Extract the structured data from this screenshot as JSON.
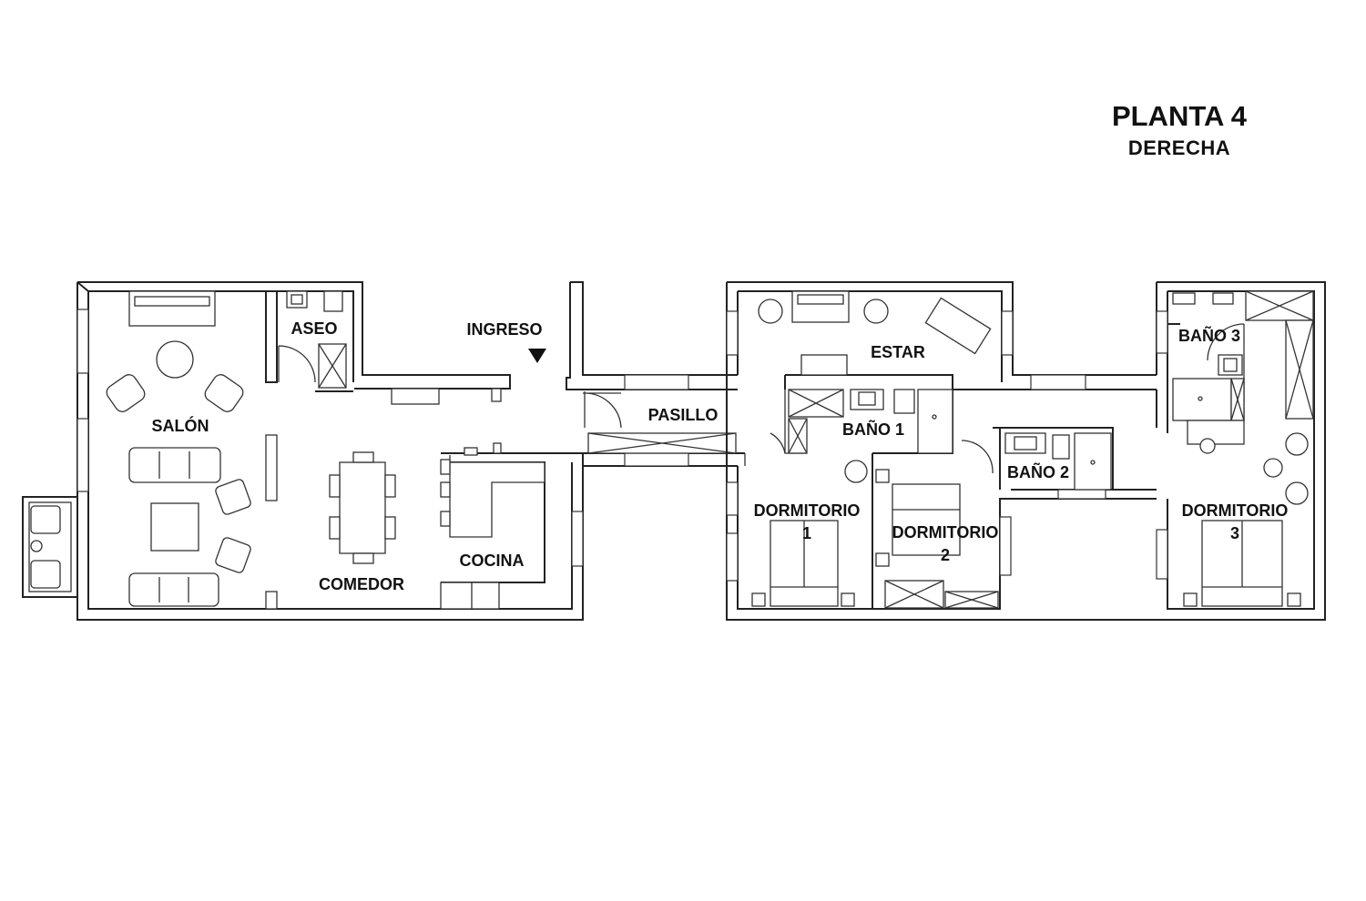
{
  "title": "PLANTA 4",
  "subtitle": "DERECHA",
  "rooms": {
    "salon": "SALÓN",
    "aseo": "ASEO",
    "ingreso": "INGRESO",
    "comedor": "COMEDOR",
    "cocina": "COCINA",
    "pasillo": "PASILLO",
    "estar": "ESTAR",
    "bano1": "BAÑO 1",
    "bano2": "BAÑO 2",
    "bano3": "BAÑO 3",
    "dormitorio1_a": "DORMITORIO",
    "dormitorio1_b": "1",
    "dormitorio2_a": "DORMITORIO",
    "dormitorio2_b": "2",
    "dormitorio3_a": "DORMITORIO",
    "dormitorio3_b": "3"
  },
  "icons": {
    "entrance_marker": "triangle-down-icon"
  },
  "colors": {
    "line": "#222222",
    "background": "#ffffff"
  }
}
